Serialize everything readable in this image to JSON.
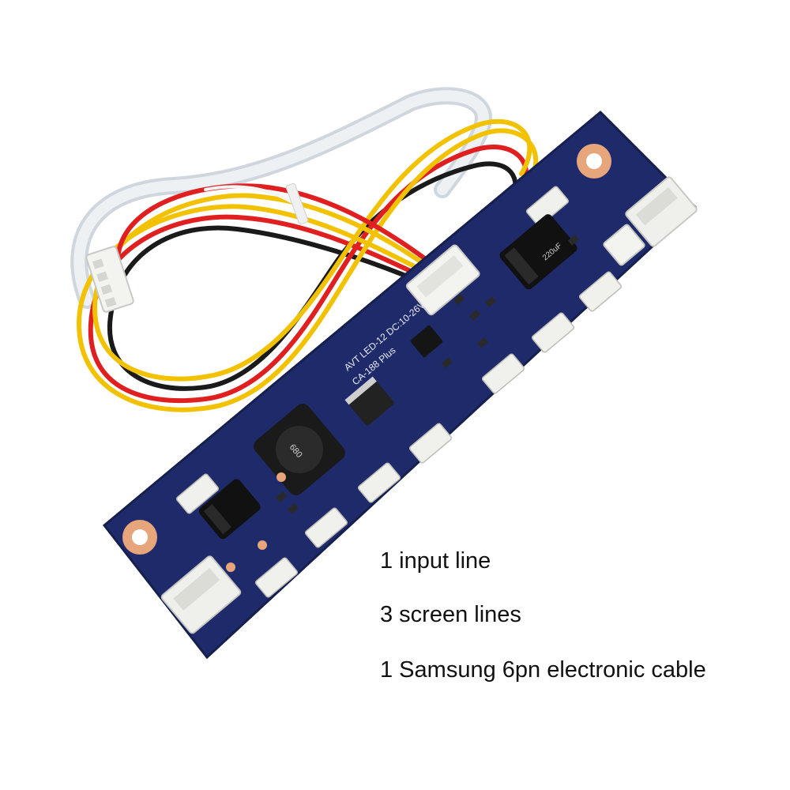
{
  "product": {
    "board_silkscreen": "AVT LED-12 DC:10-26V",
    "board_model": "CA-188 Plus",
    "cap_label": "220uF",
    "inductor_label": "680"
  },
  "captions": {
    "line1": "1 input line",
    "line2": "3 screen lines",
    "line3": "1 Samsung 6pn electronic cable"
  },
  "colors": {
    "pcb": "#1f2a6b",
    "wire_red": "#e02020",
    "wire_yellow": "#f2c200",
    "wire_black": "#1a1a1a",
    "ribbon": "#dfe4ea",
    "pad": "#e6a57a"
  }
}
